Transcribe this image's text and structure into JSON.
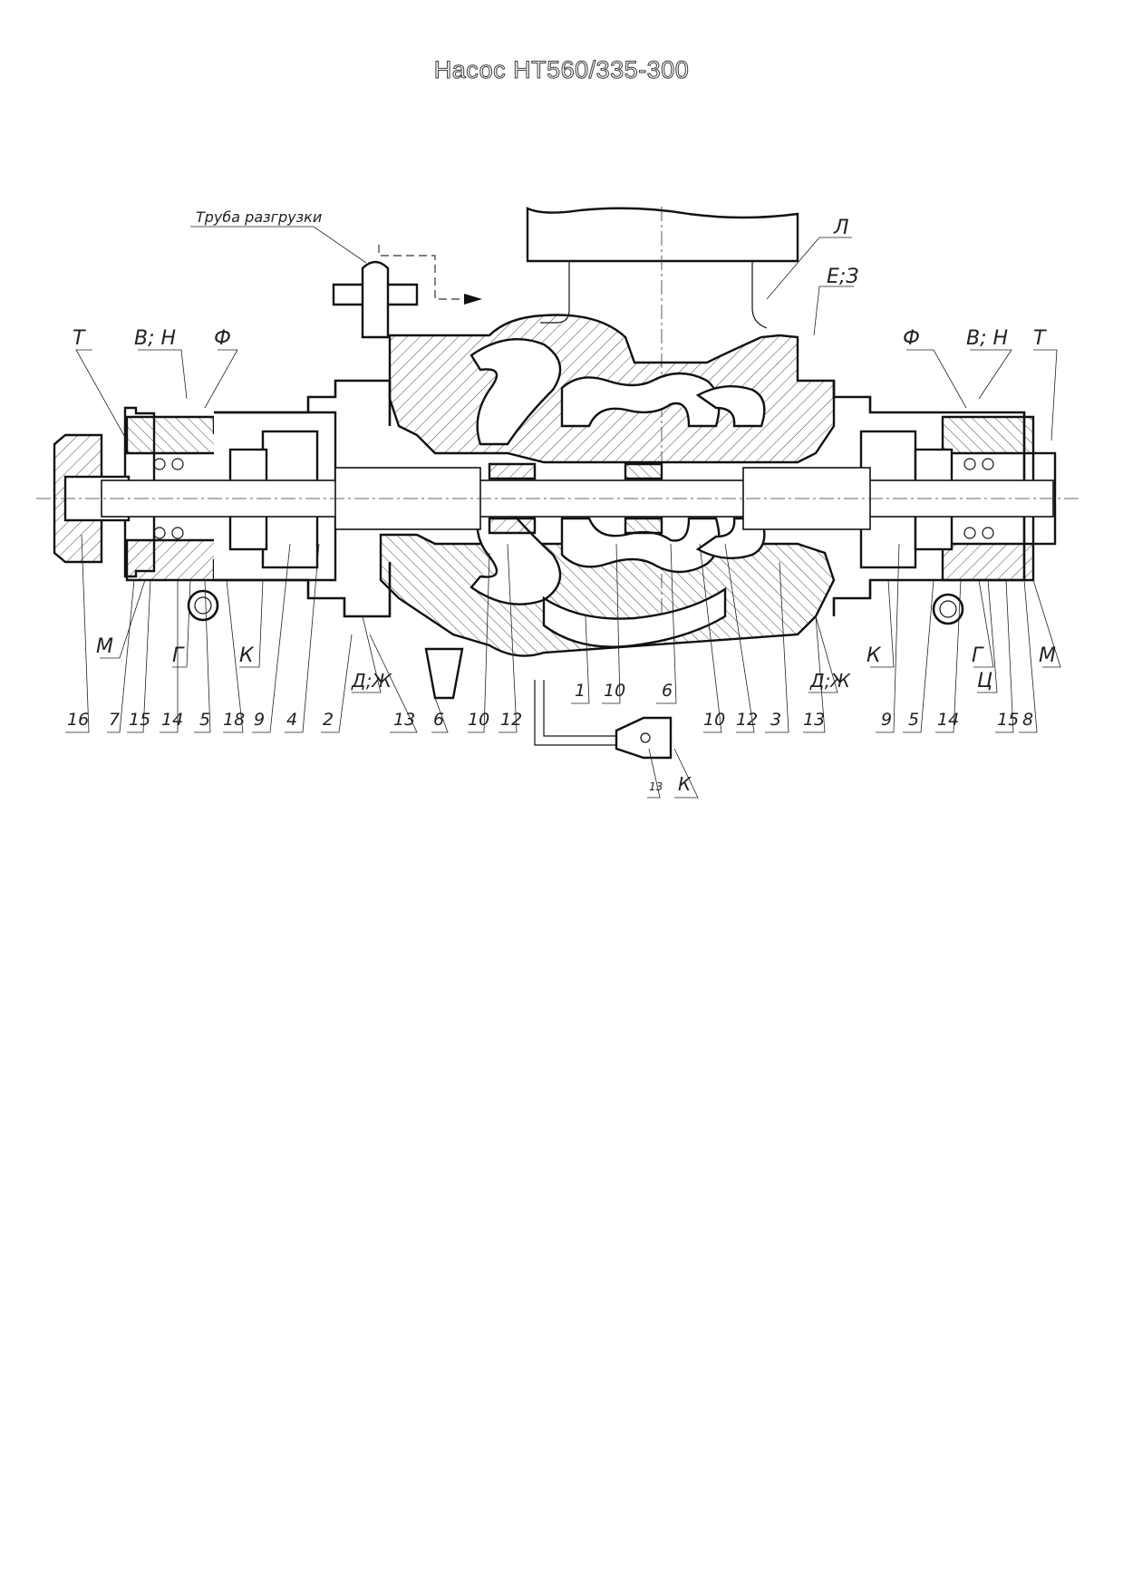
{
  "title": "Насос НТ560/335-300",
  "callouts": {
    "discharge_pipe": "Труба разгрузки",
    "L": "Л",
    "E_Z": "Е;З",
    "T_left": "Т",
    "VN_left": "В; Н",
    "F_left": "Ф",
    "F_right": "Ф",
    "VN_right": "В; Н",
    "T_right": "Т",
    "M_left": "М",
    "G_left": "Г",
    "K_left": "К",
    "DZh_left": "Д;Ж",
    "DZh_right": "Д;Ж",
    "K_right": "К",
    "G_right": "Г",
    "Ts_right": "Ц",
    "M_right": "М",
    "K_bottom": "К"
  },
  "positions_bottom": [
    "16",
    "7",
    "15",
    "14",
    "5",
    "18",
    "9",
    "4",
    "2",
    "13",
    "6",
    "10",
    "12",
    "1",
    "10",
    "6",
    "10",
    "12",
    "3",
    "13",
    "9",
    "5",
    "14",
    "15",
    "8"
  ],
  "position_drain": "13"
}
